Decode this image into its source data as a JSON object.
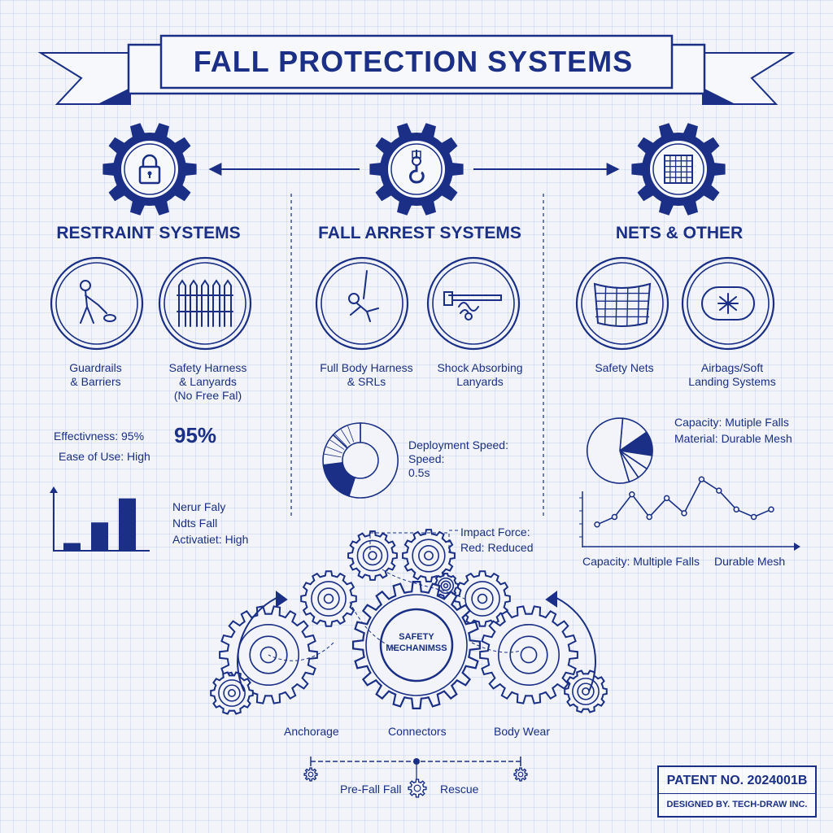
{
  "title": "FALL PROTECTION SYSTEMS",
  "colors": {
    "ink": "#1a2f85",
    "paper": "#f2f4f9"
  },
  "sections": [
    {
      "title": "RESTRAINT SYSTEMS",
      "icon": "lock-icon",
      "items": [
        {
          "label": "Guardrails\n& Barriers",
          "icon": "worker-icon"
        },
        {
          "label": "Safety Harness\n& Lanyards\n(No Free Fal)",
          "icon": "fence-icon"
        }
      ]
    },
    {
      "title": "FALL ARREST SYSTEMS",
      "icon": "hook-icon",
      "items": [
        {
          "label": "Full Body Harness\n& SRLs",
          "icon": "falling-worker-icon"
        },
        {
          "label": "Shock Absorbing\nLanyards",
          "icon": "lanyard-icon"
        }
      ]
    },
    {
      "title": "NETS & OTHER",
      "icon": "grid-icon",
      "items": [
        {
          "label": "Safety Nets",
          "icon": "net-icon"
        },
        {
          "label": "Airbags/Soft\nLanding Systems",
          "icon": "airbag-icon"
        }
      ]
    }
  ],
  "restraint_stats": {
    "effectiveness": "Effectivness: 95%",
    "ease": "Ease of Use: High",
    "big_value": "95%",
    "labels": [
      "Nerur Faly",
      "Ndts Fall",
      "Activatiet: High"
    ]
  },
  "arrest_stats": {
    "deployment": "Deployment Speed:\nSpeed:\n0.5s",
    "impact": "Impact Force:\nRed: Reduced"
  },
  "nets_stats": {
    "capacity": "Capacity: Mutiple Falls",
    "material": "Material: Durable Mesh",
    "axis_left": "Capacity: Multiple Falls",
    "axis_right": "Durable Mesh"
  },
  "center": {
    "label": "SAFETY\nMECHANIMSS"
  },
  "components": [
    "Anchorage",
    "Connectors",
    "Body Wear"
  ],
  "timeline": {
    "left": "Pre-Fall Fall",
    "right": "Rescue"
  },
  "patent": {
    "number": "PATENT NO. 2024001B",
    "designer": "DESIGNED BY. TECH-DRAW INC."
  },
  "chart_data": [
    {
      "type": "bar",
      "categories": [
        "1",
        "2",
        "3"
      ],
      "values": [
        1,
        4,
        7.5
      ],
      "ylim": [
        0,
        9
      ]
    },
    {
      "type": "pie",
      "values": [
        55,
        18,
        14,
        13
      ]
    },
    {
      "type": "pie",
      "values": [
        14,
        12,
        7,
        6,
        5,
        56
      ]
    },
    {
      "type": "line",
      "x": [
        1,
        2,
        3,
        4,
        5,
        6,
        7,
        8,
        9,
        10,
        11
      ],
      "values": [
        1,
        2,
        5,
        2,
        4.5,
        2.5,
        7,
        5.5,
        3,
        2,
        3
      ],
      "ylim": [
        0,
        8
      ]
    }
  ]
}
